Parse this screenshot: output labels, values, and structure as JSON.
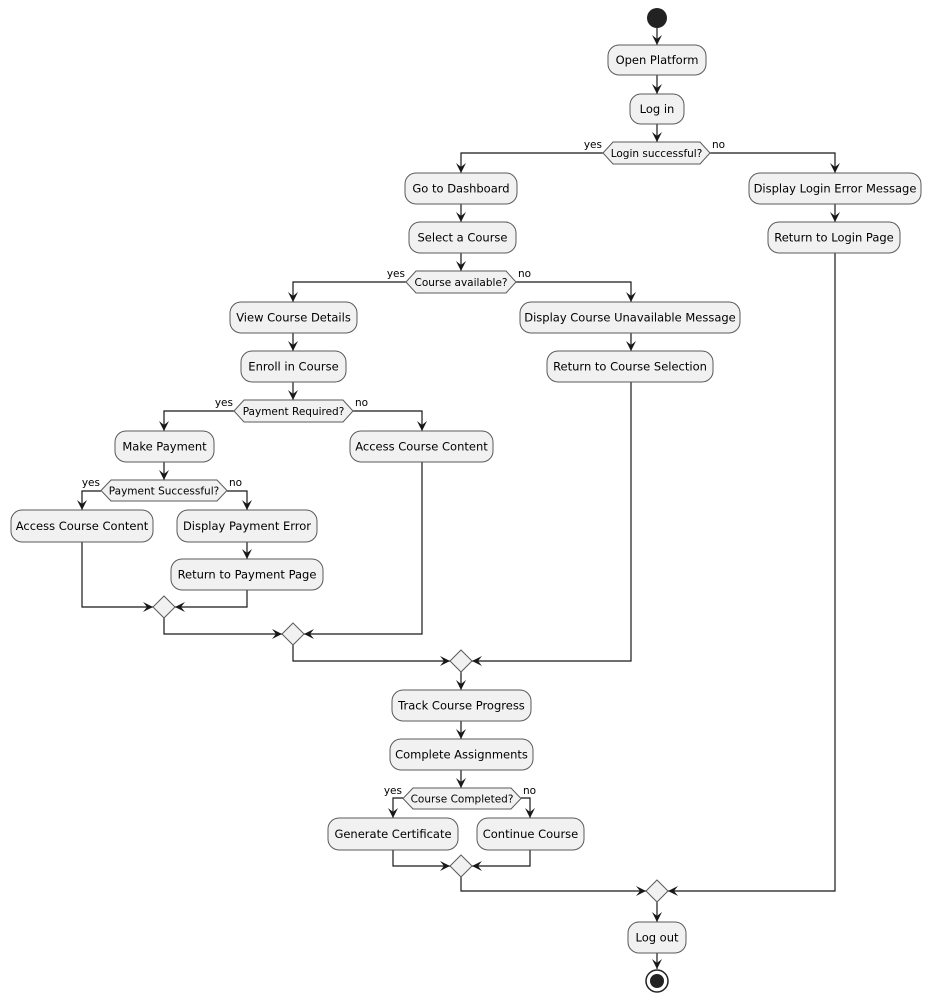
{
  "diagram": {
    "type": "activity",
    "actions": {
      "open_platform": "Open Platform",
      "log_in": "Log in",
      "go_dashboard": "Go to Dashboard",
      "login_error": "Display Login Error Message",
      "select_course": "Select a Course",
      "return_login": "Return to Login Page",
      "view_details": "View Course Details",
      "course_unavailable": "Display Course Unavailable Message",
      "enroll": "Enroll in Course",
      "return_selection": "Return to Course Selection",
      "make_payment": "Make Payment",
      "access_content_free": "Access Course Content",
      "access_content_paid": "Access Course Content",
      "payment_error": "Display Payment Error",
      "return_payment": "Return to Payment Page",
      "track_progress": "Track Course Progress",
      "complete_assignments": "Complete Assignments",
      "generate_certificate": "Generate Certificate",
      "continue_course": "Continue Course",
      "log_out": "Log out"
    },
    "decisions": {
      "login_successful": "Login successful?",
      "course_available": "Course available?",
      "payment_required": "Payment Required?",
      "payment_successful": "Payment Successful?",
      "course_completed": "Course Completed?"
    },
    "branch_labels": {
      "yes": "yes",
      "no": "no"
    }
  }
}
